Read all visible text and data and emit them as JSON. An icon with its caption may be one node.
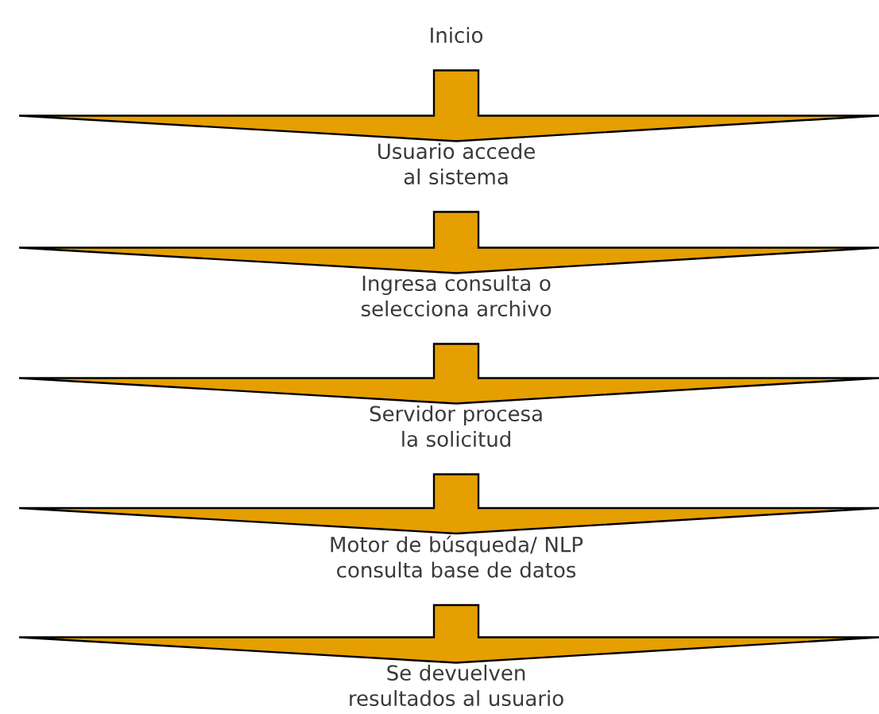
{
  "diagram": {
    "nodes": [
      {
        "text": [
          "Inicio"
        ]
      },
      {
        "text": [
          "Usuario accede al sistema"
        ]
      },
      {
        "text": [
          "Ingresa consulta o selecciona archivo"
        ]
      },
      {
        "text": [
          "Servidor procesa la solicitud"
        ]
      },
      {
        "text": [
          "Motor de búsqueda/ NLP consulta base de datos"
        ]
      },
      {
        "text": [
          "Se devuelven resultados al usuario"
        ]
      }
    ],
    "edges": [
      {
        "from": 0,
        "to": 1,
        "arrow": "to"
      },
      {
        "from": 1,
        "to": 2,
        "arrow": "to"
      },
      {
        "from": 2,
        "to": 3,
        "arrow": "to"
      },
      {
        "from": 3,
        "to": 4,
        "arrow": "to"
      },
      {
        "from": 4,
        "to": 5,
        "arrow": "to"
      }
    ]
  }
}
